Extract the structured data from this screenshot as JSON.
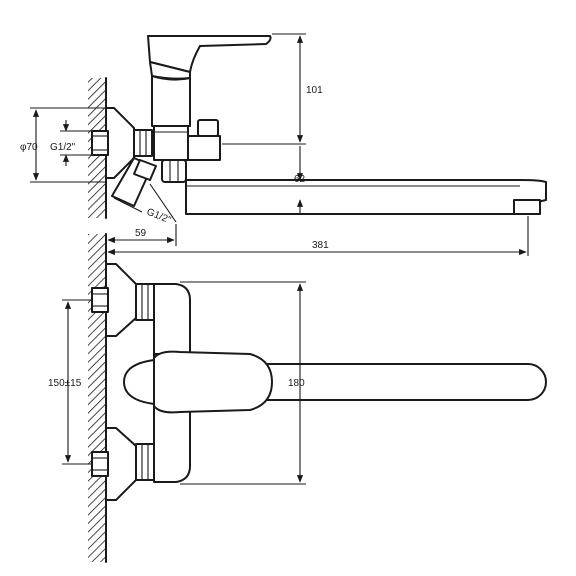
{
  "dimensions": {
    "height_101": "101",
    "spout_height_62": "62",
    "wall_offset_59": "59",
    "spout_reach_381": "381",
    "flange_diameter": "φ70",
    "thread_top": "G1/2\"",
    "thread_angled": "G1/2\"",
    "centers_150": "150±15",
    "body_width_180": "180"
  },
  "colors": {
    "line": "#1a1a1a",
    "background": "#ffffff"
  }
}
